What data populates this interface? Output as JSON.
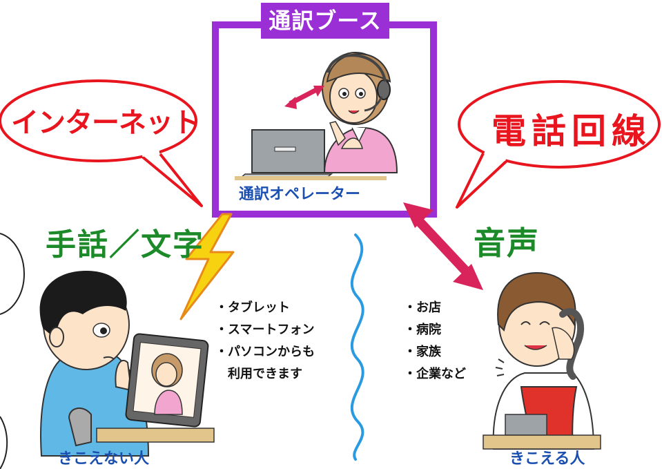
{
  "booth": {
    "title": "通訳ブース",
    "operator_label": "通訳オペレーター"
  },
  "bubbles": {
    "internet": "インターネット",
    "phone_line": "電話回線"
  },
  "channels": {
    "sign_text": "手話／文字",
    "voice": "音声"
  },
  "devices": [
    "・タブレット",
    "・スマートフォン",
    "・パソコンからも",
    "　利用できます"
  ],
  "places": [
    "・お店",
    "・病院",
    "・家族",
    "・企業など"
  ],
  "people": {
    "deaf": "きこえない人",
    "hearing": "きこえる人"
  },
  "colors": {
    "booth_frame": "#9b2fd6",
    "bubble_text": "#e8141e",
    "green": "#1d8a2a",
    "caption_blue": "#1a4fb0",
    "arrow": "#d8245a",
    "wave": "#2a9be0",
    "bolt": "#f6d210"
  }
}
